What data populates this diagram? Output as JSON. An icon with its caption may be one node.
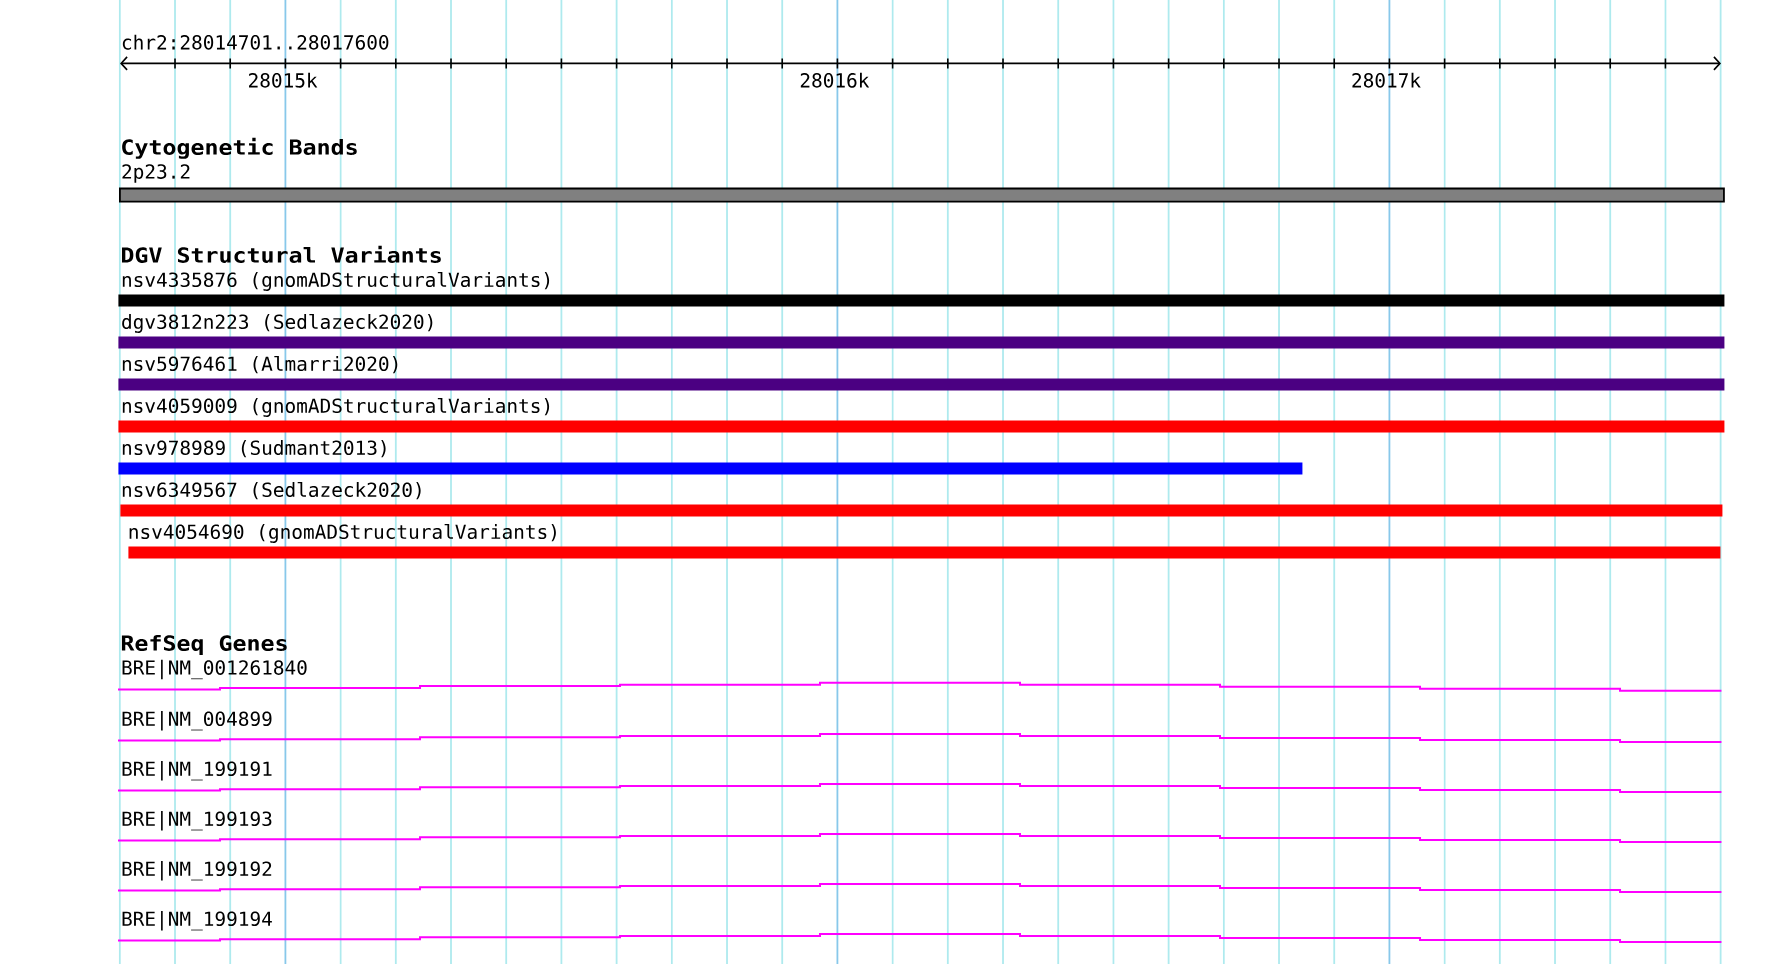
{
  "diagram": {
    "nodes": [
      {
        "text": [
          "2p23.2"
        ]
      },
      {
        "text": [
          "nsv4335876 (gnomADStructuralVariants)"
        ]
      },
      {
        "text": [
          "dgv3812n223 (Sedlazeck2020)"
        ]
      },
      {
        "text": [
          "nsv5976461 (Almarri2020)"
        ]
      },
      {
        "text": [
          "nsv4059009 (gnomADStructuralVariants)"
        ]
      },
      {
        "text": [
          "nsv978989 (Sudmant2013)"
        ]
      },
      {
        "text": [
          "nsv6349567 (Sedlazeck2020)"
        ]
      },
      {
        "text": [
          "nsv4054690 (gnomADStructuralVariants)"
        ]
      },
      {
        "text": [
          "BRE|NM_001261840"
        ]
      },
      {
        "text": [
          "BRE|NM_004899"
        ]
      },
      {
        "text": [
          "BRE|NM_199191"
        ]
      },
      {
        "text": [
          "BRE|NM_199193"
        ]
      },
      {
        "text": [
          "BRE|NM_199192"
        ]
      },
      {
        "text": [
          "BRE|NM_199194"
        ]
      }
    ],
    "labels": [
      "chr2:28014701..28017600",
      "28015k",
      "28016k",
      "28017k",
      "Cytogenetic Bands",
      "DGV Structural Variants",
      "RefSeq Genes"
    ]
  }
}
